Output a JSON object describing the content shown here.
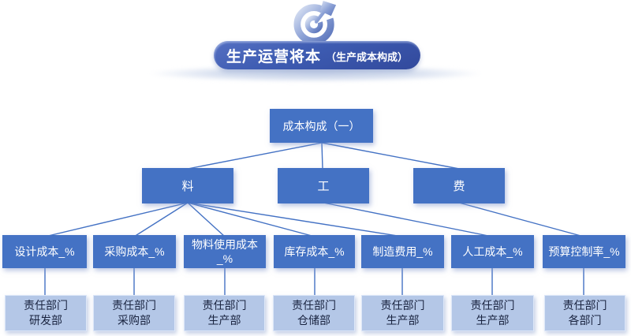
{
  "header": {
    "icon_name": "target-dart-icon",
    "title": "生产运营将本",
    "subtitle": "（生产成本构成）"
  },
  "tree": {
    "root_label": "成本构成（一）",
    "categories": [
      {
        "label": "料"
      },
      {
        "label": "工"
      },
      {
        "label": "费"
      }
    ],
    "branches": [
      {
        "cost": "设计成本_%",
        "dept_title": "责任部门",
        "dept_name": "研发部"
      },
      {
        "cost": "采购成本_%",
        "dept_title": "责任部门",
        "dept_name": "采购部"
      },
      {
        "cost": "物料使用成本_%",
        "dept_title": "责任部门",
        "dept_name": "生产部"
      },
      {
        "cost": "库存成本_%",
        "dept_title": "责任部门",
        "dept_name": "仓储部"
      },
      {
        "cost": "制造费用_%",
        "dept_title": "责任部门",
        "dept_name": "生产部"
      },
      {
        "cost": "人工成本_%",
        "dept_title": "责任部门",
        "dept_name": "生产部"
      },
      {
        "cost": "预算控制率_%",
        "dept_title": "责任部门",
        "dept_name": "各部门"
      }
    ]
  },
  "colors": {
    "node_blue": "#4472C4",
    "node_light": "#B4C7E7",
    "connector": "#4472C4",
    "banner_blue": "#3A55AB",
    "dark_text": "#1A2440"
  }
}
